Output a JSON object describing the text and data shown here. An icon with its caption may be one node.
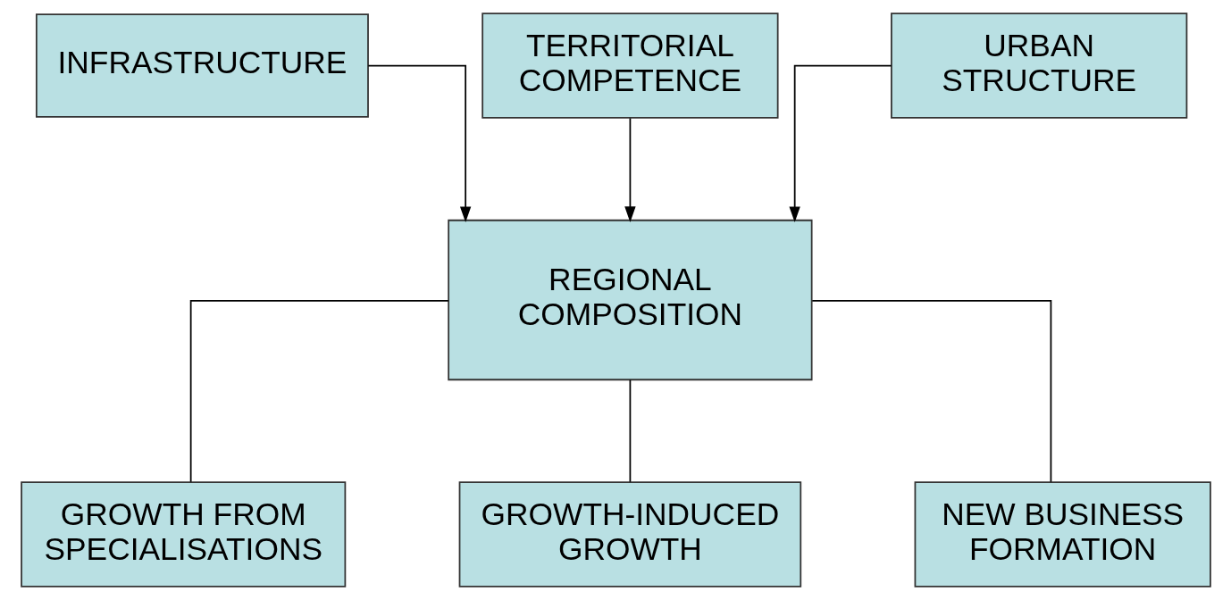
{
  "diagram": {
    "nodes": [
      {
        "text": [
          "INFRASTRUCTURE"
        ]
      },
      {
        "text": [
          "TERRITORIAL COMPETENCE"
        ]
      },
      {
        "text": [
          "URBAN STRUCTURE"
        ]
      },
      {
        "text": [
          "REGIONAL COMPOSITION"
        ]
      },
      {
        "text": [
          "GROWTH FROM SPECIALISATIONS"
        ]
      },
      {
        "text": [
          "GROWTH-INDUCED GROWTH"
        ]
      },
      {
        "text": [
          "NEW BUSINESS FORMATION"
        ]
      }
    ],
    "edges": [
      {
        "from": 0,
        "to": 3,
        "arrow": "to"
      },
      {
        "from": 1,
        "to": 3,
        "arrow": "to"
      },
      {
        "from": 2,
        "to": 3,
        "arrow": "to"
      },
      {
        "from": 3,
        "to": 4,
        "arrow": "none"
      },
      {
        "from": 3,
        "to": 5,
        "arrow": "none"
      },
      {
        "from": 3,
        "to": 6,
        "arrow": "none"
      }
    ]
  }
}
